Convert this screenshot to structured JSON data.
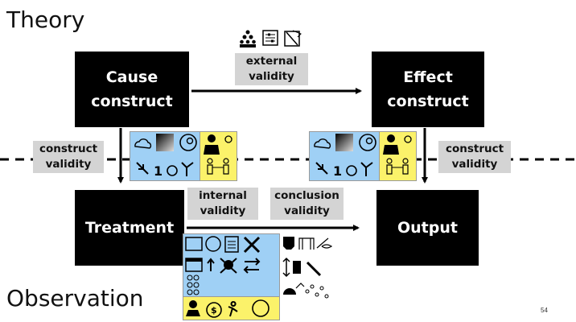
{
  "levels": {
    "top": "Theory",
    "bottom": "Observation"
  },
  "boxes": {
    "cause": "Cause\nconstruct",
    "effect": "Effect\nconstruct",
    "treatment": "Treatment",
    "output": "Output"
  },
  "labels": {
    "external": "external\nvalidity",
    "construct_left": "construct\nvalidity",
    "construct_right": "construct\nvalidity",
    "internal": "internal\nvalidity",
    "conclusion": "conclusion\nvalidity"
  },
  "glyphs": {
    "one": "1"
  },
  "page_number": "54",
  "colors": {
    "box": "#000000",
    "label_bg": "#d4d4d4",
    "panel_blue": "#9fd0f5",
    "panel_yellow": "#fbf26a"
  }
}
